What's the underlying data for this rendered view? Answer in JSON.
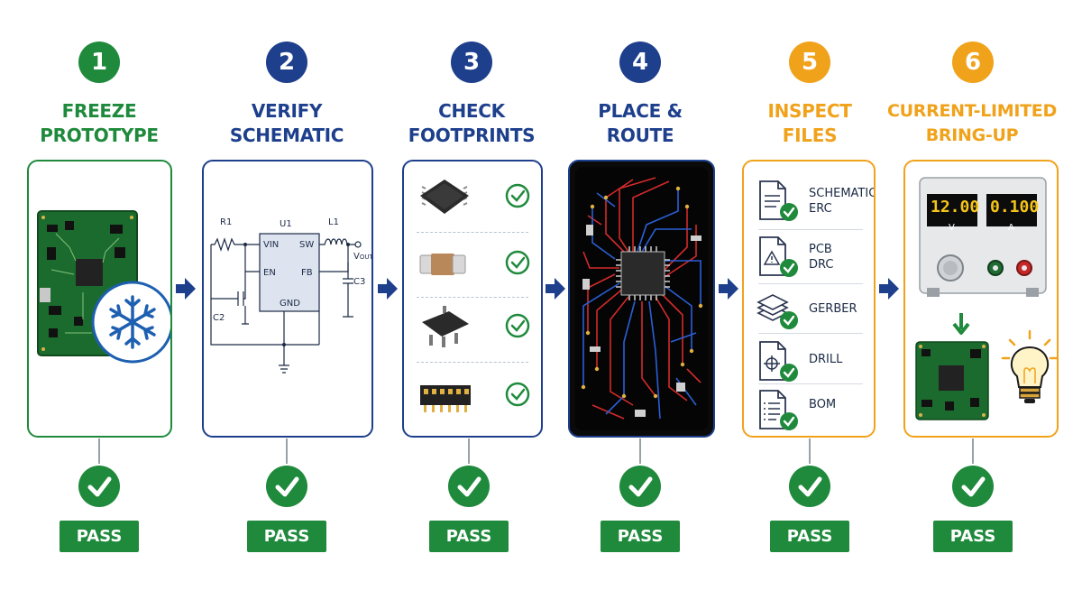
{
  "colors": {
    "green": "#1f8a3c",
    "blue": "#1d3f8c",
    "orange": "#f0a21b",
    "pass_green": "#1f8a3c",
    "arrow": "#1d3f8c"
  },
  "steps": [
    {
      "number": "1",
      "title_line1": "FREEZE",
      "title_line2": "PROTOTYPE",
      "accent": "green",
      "pass_label": "PASS",
      "illustration": "pcb-with-snowflake-icon"
    },
    {
      "number": "2",
      "title_line1": "VERIFY",
      "title_line2": "SCHEMATIC",
      "accent": "blue",
      "pass_label": "PASS",
      "illustration": "schematic-diagram"
    },
    {
      "number": "3",
      "title_line1": "CHECK",
      "title_line2": "FOOTPRINTS",
      "accent": "blue",
      "pass_label": "PASS",
      "illustration": "component-footprints"
    },
    {
      "number": "4",
      "title_line1": "PLACE &",
      "title_line2": "ROUTE",
      "accent": "blue",
      "pass_label": "PASS",
      "illustration": "routed-pcb-layout"
    },
    {
      "number": "5",
      "title_line1": "INSPECT",
      "title_line2": "FILES",
      "accent": "orange",
      "pass_label": "PASS",
      "illustration": "file-checklist"
    },
    {
      "number": "6",
      "title_line1": "CURRENT-LIMITED",
      "title_line2": "BRING-UP",
      "accent": "orange",
      "pass_label": "PASS",
      "illustration": "power-supply-and-lightbulb"
    }
  ],
  "schematic": {
    "r1": "R1",
    "u1": "U1",
    "l1": "L1",
    "vin": "VIN",
    "sw": "SW",
    "en": "EN",
    "fb": "FB",
    "gnd": "GND",
    "c2": "C2",
    "c3": "C3",
    "vout_main": "V",
    "vout_sub": "OUT"
  },
  "footprints": [
    "qfp-chip-icon",
    "capacitor-0805-icon",
    "sot23-transistor-icon",
    "pin-header-icon"
  ],
  "files": [
    {
      "line1": "SCHEMATIC",
      "line2": "ERC",
      "icon": "document-icon"
    },
    {
      "line1": "PCB",
      "line2": "DRC",
      "icon": "warning-document-icon"
    },
    {
      "line1": "GERBER",
      "line2": "",
      "icon": "layers-icon"
    },
    {
      "line1": "DRILL",
      "line2": "",
      "icon": "crosshair-document-icon"
    },
    {
      "line1": "BOM",
      "line2": "",
      "icon": "list-document-icon"
    }
  ],
  "power_supply": {
    "voltage_display": "12.00",
    "voltage_unit": "V",
    "current_display": "0.100",
    "current_unit": "A"
  }
}
